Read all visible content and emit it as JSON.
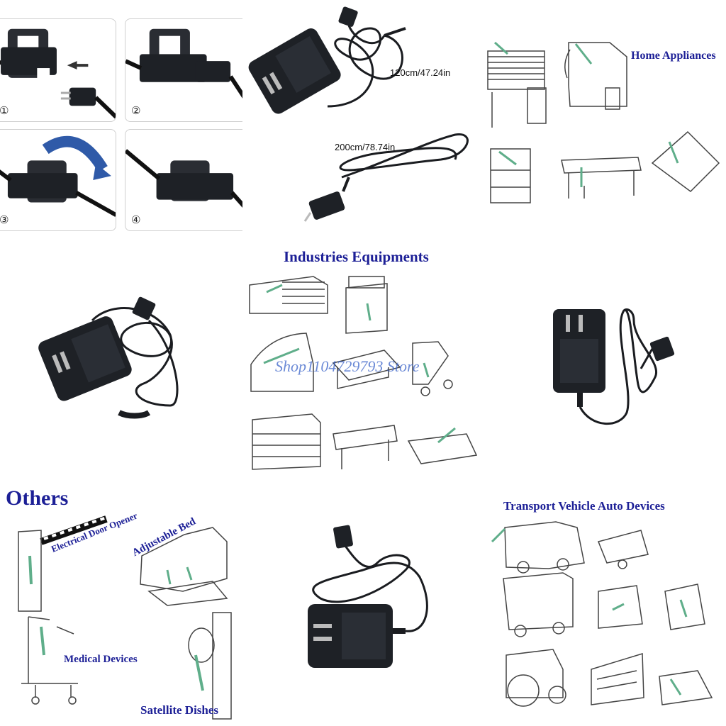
{
  "steps": {
    "numbers": [
      "①",
      "②",
      "③",
      "④"
    ]
  },
  "cables": {
    "length_1": "120cm/47.24in",
    "length_2": "200cm/78.74in"
  },
  "sections": {
    "home": "Home Appliances",
    "industries": "Industries Equipments",
    "others": "Others",
    "transport": "Transport Vehicle Auto Devices"
  },
  "others_labels": {
    "door": "Electrical Door Opener",
    "bed": "Adjustable Bed",
    "medical": "Medical Devices",
    "satellite": "Satellite Dishes"
  },
  "watermark": "Shop1104729793 Store",
  "colors": {
    "heading": "#1c1f96",
    "actuator": "#5fae8a",
    "adapter": "#1e2126"
  }
}
